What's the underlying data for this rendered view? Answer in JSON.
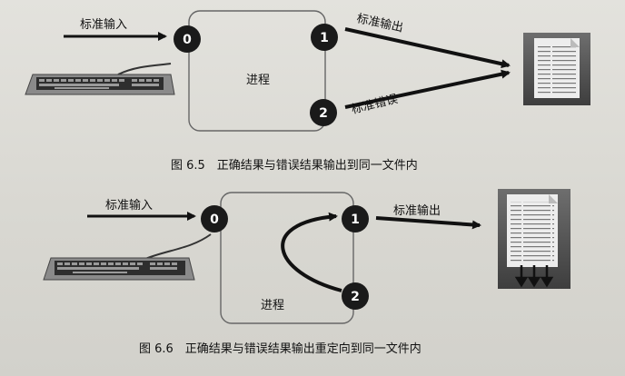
{
  "figure1": {
    "stdin_label": "标准输入",
    "stdout_label": "标准输出",
    "stderr_label": "标准错误",
    "process_label": "进程",
    "fd0": "0",
    "fd1": "1",
    "fd2": "2",
    "caption": "图 6.5　正确结果与错误结果输出到同一文件内"
  },
  "figure2": {
    "stdin_label": "标准输入",
    "stdout_label": "标准输出",
    "process_label": "进程",
    "fd0": "0",
    "fd1": "1",
    "fd2": "2",
    "caption": "图 6.6　正确结果与错误结果输出重定向到同一文件内"
  }
}
